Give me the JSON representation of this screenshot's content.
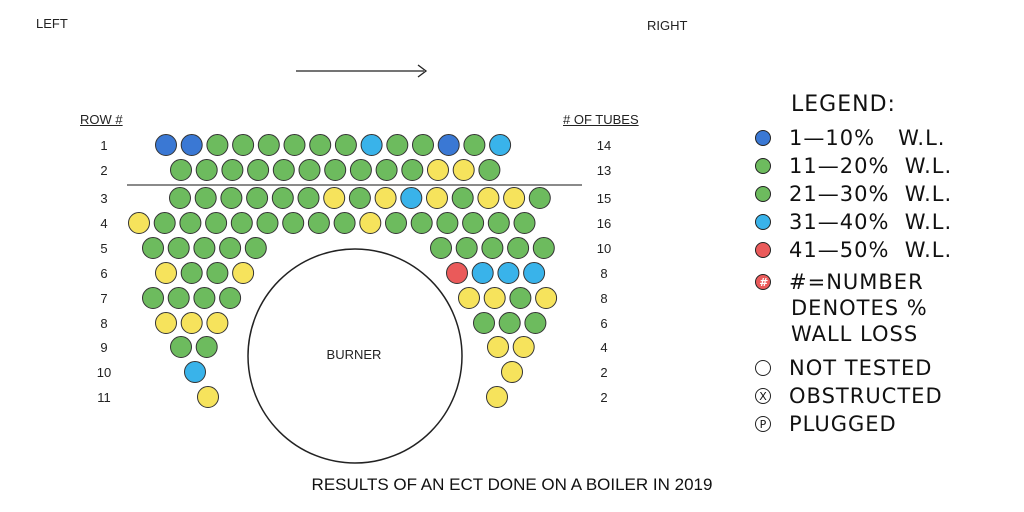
{
  "header": {
    "left": "LEFT",
    "right": "RIGHT"
  },
  "columns": {
    "row_header": "ROW #",
    "tubes_header": "# OF TUBES"
  },
  "burner_label": "BURNER",
  "caption": "RESULTS OF AN ECT DONE ON A BOILER IN 2019",
  "colors": {
    "blue": "#3a78d4",
    "green": "#6dbb5e",
    "yellow": "#f6e35c",
    "cyan": "#39b3ea",
    "red": "#ea5a5a"
  },
  "rows": [
    {
      "num": "1",
      "tubes": "14",
      "left": [
        "blue",
        "blue",
        "green",
        "green",
        "green",
        "green",
        "green",
        "green",
        "cyan",
        "green",
        "green",
        "blue",
        "green",
        "cyan"
      ],
      "right": []
    },
    {
      "num": "2",
      "tubes": "13",
      "left": [
        "green",
        "green",
        "green",
        "green",
        "green",
        "green",
        "green",
        "green",
        "green",
        "green",
        "yellow",
        "yellow",
        "green"
      ],
      "right": []
    },
    {
      "num": "3",
      "tubes": "15",
      "left": [
        "green",
        "green",
        "green",
        "green",
        "green",
        "green",
        "yellow",
        "green",
        "yellow",
        "cyan",
        "yellow",
        "green",
        "yellow",
        "yellow",
        "green"
      ],
      "right": []
    },
    {
      "num": "4",
      "tubes": "16",
      "left": [
        "yellow",
        "green",
        "green",
        "green",
        "green",
        "green",
        "green",
        "green",
        "green",
        "yellow",
        "green",
        "green",
        "green",
        "green",
        "green",
        "green"
      ],
      "right": []
    },
    {
      "num": "5",
      "tubes": "10",
      "left": [
        "green",
        "green",
        "green",
        "green",
        "green"
      ],
      "right": [
        "green",
        "green",
        "green",
        "green",
        "green"
      ]
    },
    {
      "num": "6",
      "tubes": "8",
      "left": [
        "yellow",
        "green",
        "green",
        "yellow"
      ],
      "right": [
        "red",
        "cyan",
        "cyan",
        "cyan"
      ]
    },
    {
      "num": "7",
      "tubes": "8",
      "left": [
        "green",
        "green",
        "green",
        "green"
      ],
      "right": [
        "yellow",
        "yellow",
        "green",
        "yellow"
      ]
    },
    {
      "num": "8",
      "tubes": "6",
      "left": [
        "yellow",
        "yellow",
        "yellow"
      ],
      "right": [
        "green",
        "green",
        "green"
      ]
    },
    {
      "num": "9",
      "tubes": "4",
      "left": [
        "green",
        "green"
      ],
      "right": [
        "yellow",
        "yellow"
      ]
    },
    {
      "num": "10",
      "tubes": "2",
      "left": [
        "cyan"
      ],
      "right": [
        "yellow"
      ]
    },
    {
      "num": "11",
      "tubes": "2",
      "left": [
        "yellow"
      ],
      "right": [
        "yellow"
      ]
    }
  ],
  "legend": {
    "title": "LEGEND:",
    "items": [
      {
        "color": "blue",
        "label": "1—10%   W.L."
      },
      {
        "color": "green",
        "label": "11—20%  W.L."
      },
      {
        "color": "green",
        "label": "21—30%  W.L."
      },
      {
        "color": "cyan",
        "label": "31—40%  W.L."
      },
      {
        "color": "red",
        "label": "41—50%  W.L."
      }
    ],
    "number_symbol": "#",
    "number_label": "#=NUMBER",
    "number_note_1": "DENOTES %",
    "number_note_2": "WALL LOSS",
    "not_tested": "NOT TESTED",
    "obstructed_symbol": "X",
    "obstructed": "OBSTRUCTED",
    "plugged_symbol": "P",
    "plugged": "PLUGGED"
  }
}
